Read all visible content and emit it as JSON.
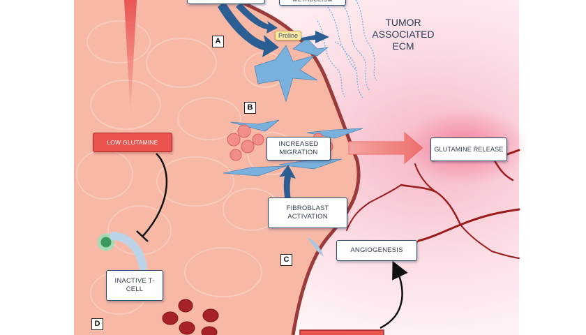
{
  "labels": {
    "metabolism": "METABOLISM",
    "proline": "Proline",
    "tumor_ecm": "TUMOR ASSOCIATED ECM",
    "low_glutamine": "LOW GLUTAMINE",
    "increased_migration": "INCREASED MIGRATION",
    "glutamine_release": "GLUTAMINE RELEASE",
    "fibroblast_activation": "FIBROBLAST ACTIVATION",
    "angiogenesis": "ANGIOGENESIS",
    "inactive_tcell": "INACTIVE T-CELL"
  },
  "panels": {
    "a": "A",
    "b": "B",
    "c": "C",
    "d": "D"
  },
  "colors": {
    "tumor_tissue": "#f7b8a6",
    "tumor_border": "#9a3a3a",
    "stroma": "#fbe4ea",
    "arrow_blue": "#2b5f93",
    "fibroblast": "#7ab1dc",
    "ecm_fiber": "#6fb3dd",
    "vessel": "#9b1b1b",
    "red_box": "#e9544f",
    "release_arrow": "#f08a86"
  }
}
